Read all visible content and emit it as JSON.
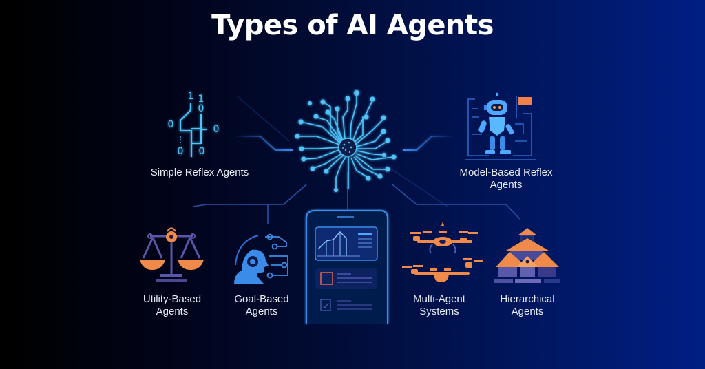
{
  "title": "Types of AI Agents",
  "colors": {
    "background_left": "#000000",
    "background_right": "#001f85",
    "circuit_blue": "#4fc3f7",
    "line_blue": "#2f6fd6",
    "accent_orange": "#f08a4b",
    "icon_purple": "#5a5aa8",
    "text": "#ffffff"
  },
  "center": {
    "icon": "neural-brain-circuit-icon",
    "device_icon": "tablet-dashboard-icon"
  },
  "agents": [
    {
      "id": "simple-reflex",
      "label_line1": "Simple Reflex Agents",
      "label_line2": "",
      "icon": "binary-circuit-icon"
    },
    {
      "id": "model-based-reflex",
      "label_line1": "Model-Based Reflex",
      "label_line2": "Agents",
      "icon": "robot-maze-icon"
    },
    {
      "id": "utility-based",
      "label_line1": "Utility-Based",
      "label_line2": "Agents",
      "icon": "balance-scale-icon"
    },
    {
      "id": "goal-based",
      "label_line1": "Goal-Based",
      "label_line2": "Agents",
      "icon": "head-circuit-icon"
    },
    {
      "id": "multi-agent",
      "label_line1": "Multi-Agent",
      "label_line2": "Systems",
      "icon": "drones-icon"
    },
    {
      "id": "hierarchical",
      "label_line1": "Hierarchical",
      "label_line2": "Agents",
      "icon": "pyramid-building-icon"
    }
  ],
  "binary_digits": [
    "1",
    "1",
    "0",
    "0",
    "0",
    "0",
    "0"
  ]
}
